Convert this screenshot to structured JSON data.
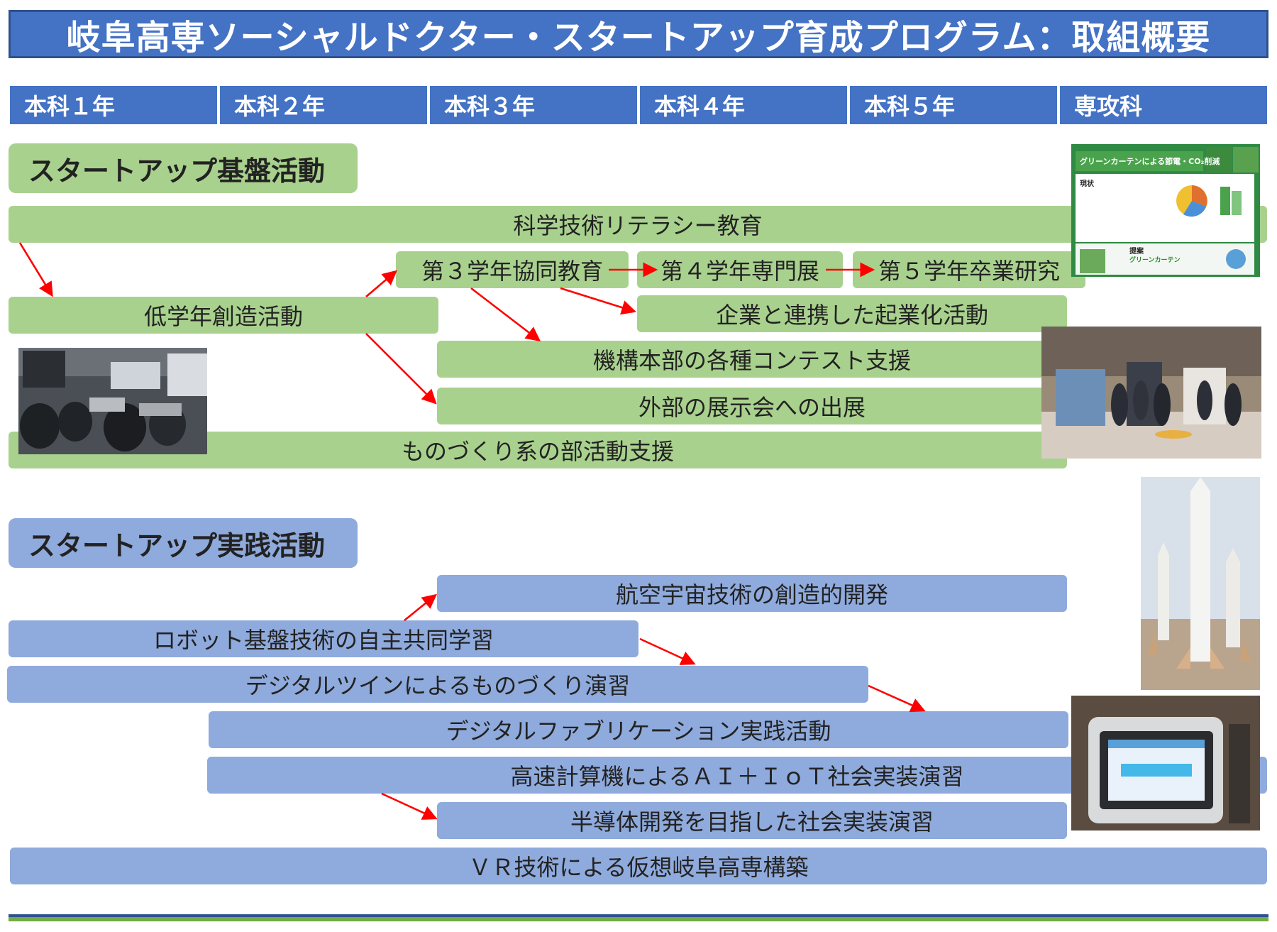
{
  "title": "岐阜高専ソーシャルドクター・スタートアップ育成プログラム：取組概要",
  "years": [
    "本科１年",
    "本科２年",
    "本科３年",
    "本科４年",
    "本科５年",
    "専攻科"
  ],
  "sections": {
    "foundation": "スタートアップ基盤活動",
    "practice": "スタートアップ実践活動"
  },
  "foundation_bars": {
    "literacy": "科学技術リテラシー教育",
    "lower_creative": "低学年創造活動",
    "third_collab": "第３学年協同教育",
    "fourth_exhibit": "第４学年専門展",
    "fifth_research": "第５学年卒業研究",
    "startup_corp": "企業と連携した起業化活動",
    "contest": "機構本部の各種コンテスト支援",
    "external_expo": "外部の展示会への出展",
    "monozukuri_club": "ものづくり系の部活動支援"
  },
  "practice_bars": {
    "aerospace": "航空宇宙技術の創造的開発",
    "robot": "ロボット基盤技術の自主共同学習",
    "digital_twin": "デジタルツインによるものづくり演習",
    "digital_fab": "デジタルファブリケーション実践活動",
    "ai_iot": "高速計算機によるＡＩ＋ＩｏＴ社会実装演習",
    "semiconductor": "半導体開発を目指した社会実装演習",
    "vr": "ＶＲ技術による仮想岐阜高専構築"
  },
  "poster": {
    "title": "グリーンカーテンによる節電・CO₂削減",
    "section1": "現状",
    "section2": "提案",
    "highlight": "グリーンカーテン"
  },
  "colors": {
    "header_blue": "#4472c4",
    "green_bar": "#a9d18e",
    "blue_bar": "#8faadc",
    "arrow_red": "#ff0000",
    "footer_green": "#70ad47"
  }
}
